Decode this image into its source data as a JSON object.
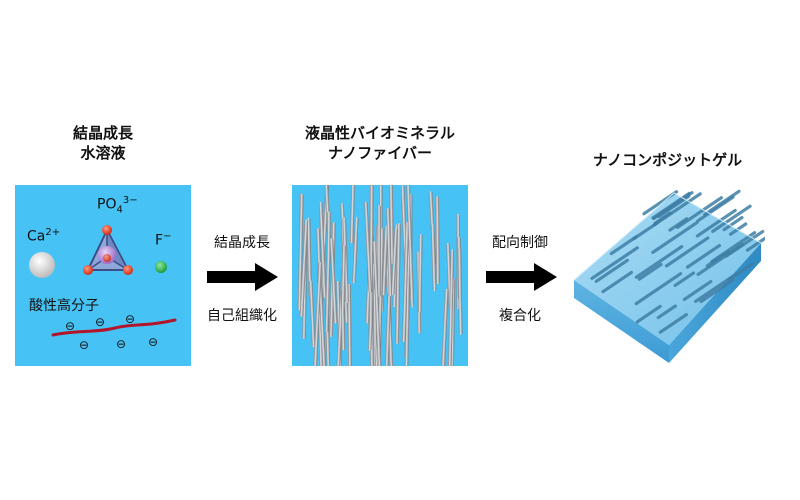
{
  "panel1": {
    "title_line1": "結晶成長",
    "title_line2": "水溶液",
    "ion_ca": "Ca",
    "ion_ca_sup": "2+",
    "ion_po": "PO",
    "ion_po_sub": "4",
    "ion_po_sup": "3−",
    "ion_f": "F",
    "ion_f_sup": "−",
    "polymer_label": "酸性高分子",
    "charge_symbol": "⊖",
    "colors": {
      "background": "#47c2f4",
      "polymer": "#b2162b",
      "f_ion": "#2fb34b",
      "ca_ion": "#e8e8e8",
      "p_atom": "#b58ad6",
      "o_atom": "#e8402a"
    }
  },
  "arrow1": {
    "top_label": "結晶成長",
    "bottom_label": "自己組織化"
  },
  "panel2": {
    "title_line1": "液晶性バイオミネラル",
    "title_line2": "ナノファイバー",
    "colors": {
      "background": "#47c2f4",
      "fiber": "#a8acb1"
    }
  },
  "arrow2": {
    "top_label": "配向制御",
    "bottom_label": "複合化"
  },
  "panel3": {
    "title": "ナノコンポジットゲル",
    "colors": {
      "gel_top": "#7fc8ec",
      "gel_side": "#4aa8dc",
      "fiber": "#3f7fa6"
    }
  }
}
